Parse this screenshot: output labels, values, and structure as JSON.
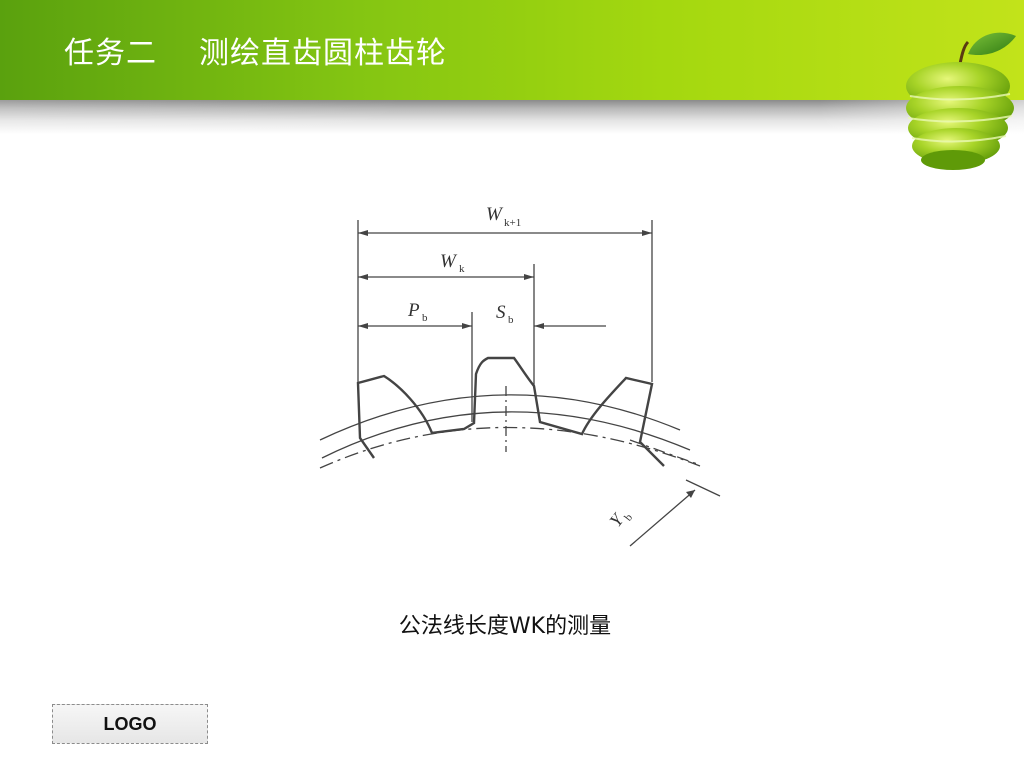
{
  "header": {
    "task": "任务二",
    "title": "测绘直齿圆柱齿轮"
  },
  "diagram": {
    "labels": {
      "wk1": "W",
      "wk1_sub": "k+1",
      "wk": "W",
      "wk_sub": "k",
      "pb": "P",
      "pb_sub": "b",
      "sb": "S",
      "sb_sub": "b",
      "yb": "Y",
      "yb_sub": "b"
    }
  },
  "caption": "公法线长度WK的测量",
  "logo": "LOGO",
  "colors": {
    "header_green": "#84c512",
    "text_white": "#ffffff",
    "line": "#444444"
  },
  "icons": {
    "apple": "green-apple-icon"
  }
}
